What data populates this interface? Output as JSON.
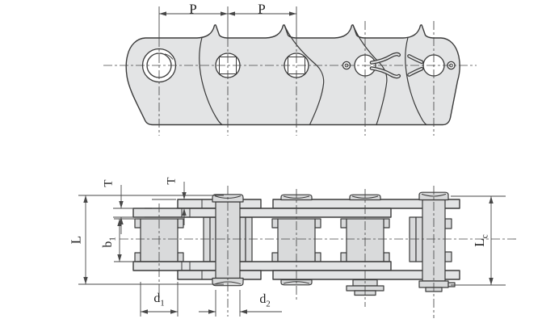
{
  "dimensions": {
    "p1": "P",
    "p2": "P",
    "t1": "T",
    "t2": "T",
    "L": "L",
    "b1": {
      "main": "b",
      "sub": "1"
    },
    "Lc": {
      "main": "L",
      "sub": "c"
    },
    "d1": {
      "main": "d",
      "sub": "1"
    },
    "d2": {
      "main": "d",
      "sub": "2"
    }
  },
  "colors": {
    "background": "#ffffff",
    "plate_fill": "#e3e4e5",
    "part_fill": "#d9dadb",
    "line": "#3a3a3a",
    "dimension": "#474747",
    "text": "#1e1e1e"
  }
}
